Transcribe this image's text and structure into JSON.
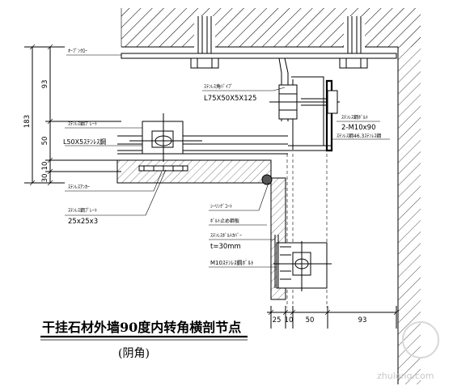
{
  "dimensions": {
    "total_left": "183",
    "left_93": "93",
    "left_50": "50",
    "left_30a": "30",
    "left_10": "10",
    "bottom_25": "25",
    "bottom_10": "10",
    "bottom_50": "50",
    "bottom_93": "93"
  },
  "labels": {
    "l1": "ｵｰﾌﾟﾝｸﾛｰ",
    "l2": "ｽﾃﾝﾚｽ角ﾊﾟｲﾌﾟ",
    "l3": "L75X50X5X125",
    "l4": "ｽﾃﾝﾚｽ鋼ﾌﾟﾚｰﾄ",
    "l5": "L50X5ｽﾃﾝﾚｽ鋼",
    "l6": "ｽﾃﾝﾚｽ鋼ﾎﾞﾙﾄ",
    "l7": "2-M10x90",
    "l8": "ｽﾃﾝﾚｽ鋼46.3ｽﾃﾝﾚｽ鋼",
    "l9": "ｽﾃﾝﾚｽｱﾝｶｰ",
    "l10": "ｽﾃﾝﾚｽ鋼ﾌﾟﾚｰﾄ",
    "l11": "25x25x3",
    "l12": "ｼｰﾘﾝｸﾞｺｰﾄ",
    "l13": "ﾎﾞﾙﾄ止め鋼板",
    "l14": "ｽﾃﾝﾚｽﾎﾞﾙﾄｶﾊﾞｰ",
    "l15": "t=30mm",
    "l16": "M10ｽﾃﾝﾚｽ鋼ﾎﾞﾙﾄ"
  },
  "title": "干挂石材外墙90度内转角横剖节点",
  "subtitle": "(阴角)",
  "watermark": "zhulong.com"
}
